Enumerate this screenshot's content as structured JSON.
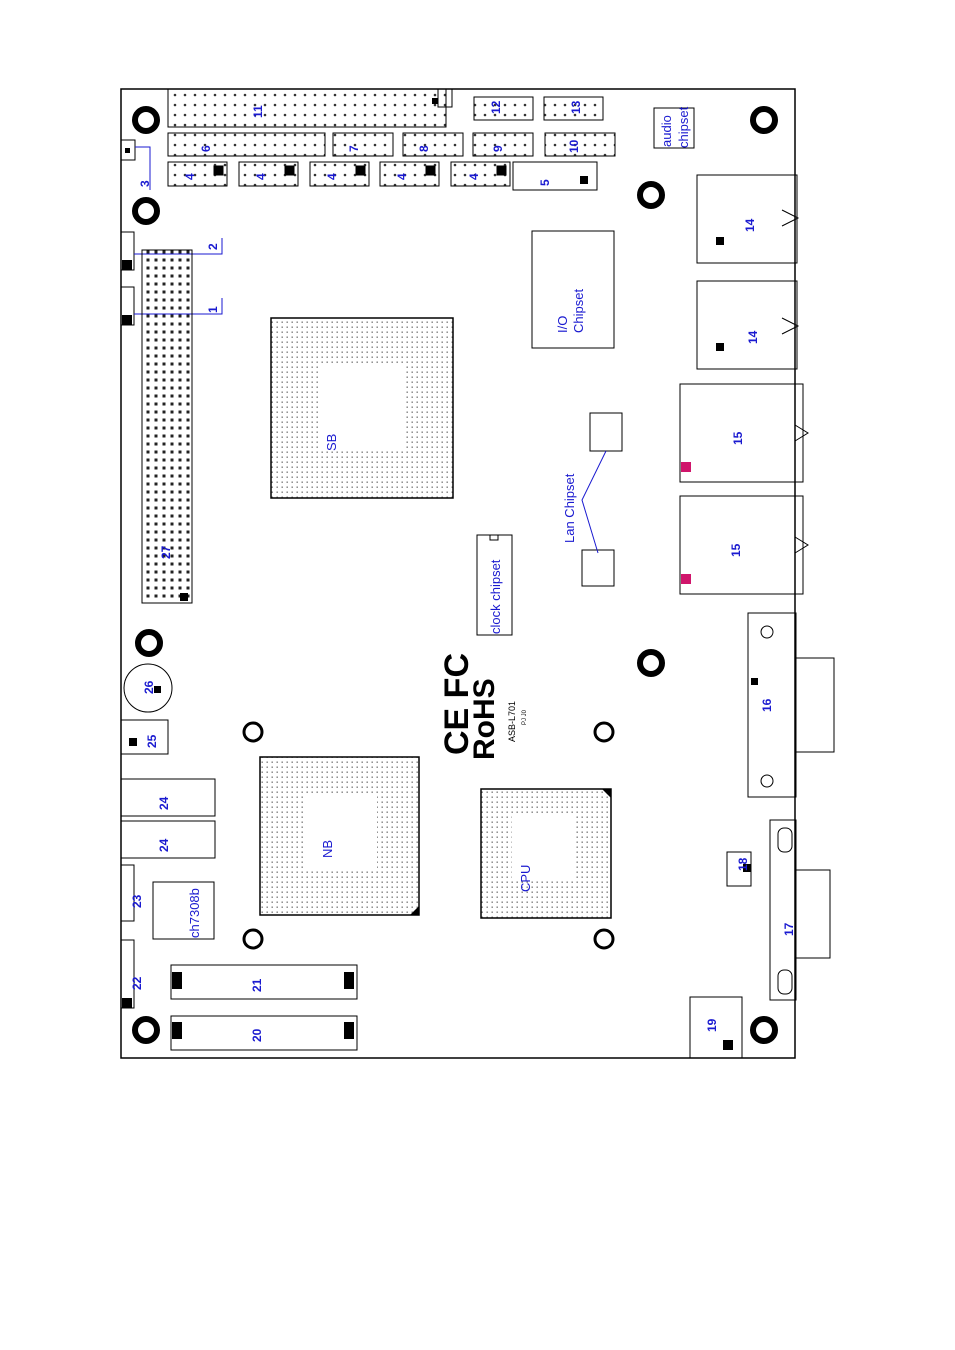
{
  "labels": {
    "n1": "1",
    "n2": "2",
    "n3": "3",
    "n4": "4",
    "n5": "5",
    "n6": "6",
    "n7": "7",
    "n8": "8",
    "n9": "9",
    "n10": "10",
    "n11": "11",
    "n12": "12",
    "n13": "13",
    "n14": "14",
    "n15": "15",
    "n16": "16",
    "n17": "17",
    "n18": "18",
    "n19": "19",
    "n20": "20",
    "n21": "21",
    "n22": "22",
    "n23": "23",
    "n24": "24",
    "n25": "25",
    "n26": "26",
    "n27": "27"
  },
  "chips": {
    "sb": "SB",
    "nb": "NB",
    "cpu": "CPU",
    "io_line1": "I/O",
    "io_line2": "Chipset",
    "lan": "Lan Chipset",
    "clock": "clock chipset",
    "audio_line1": "audio",
    "audio_line2": "chipset",
    "ch7308": "ch7308b"
  },
  "marks": {
    "rohs": "RoHS",
    "model": "ASB-L701",
    "version": "PJ J0"
  }
}
